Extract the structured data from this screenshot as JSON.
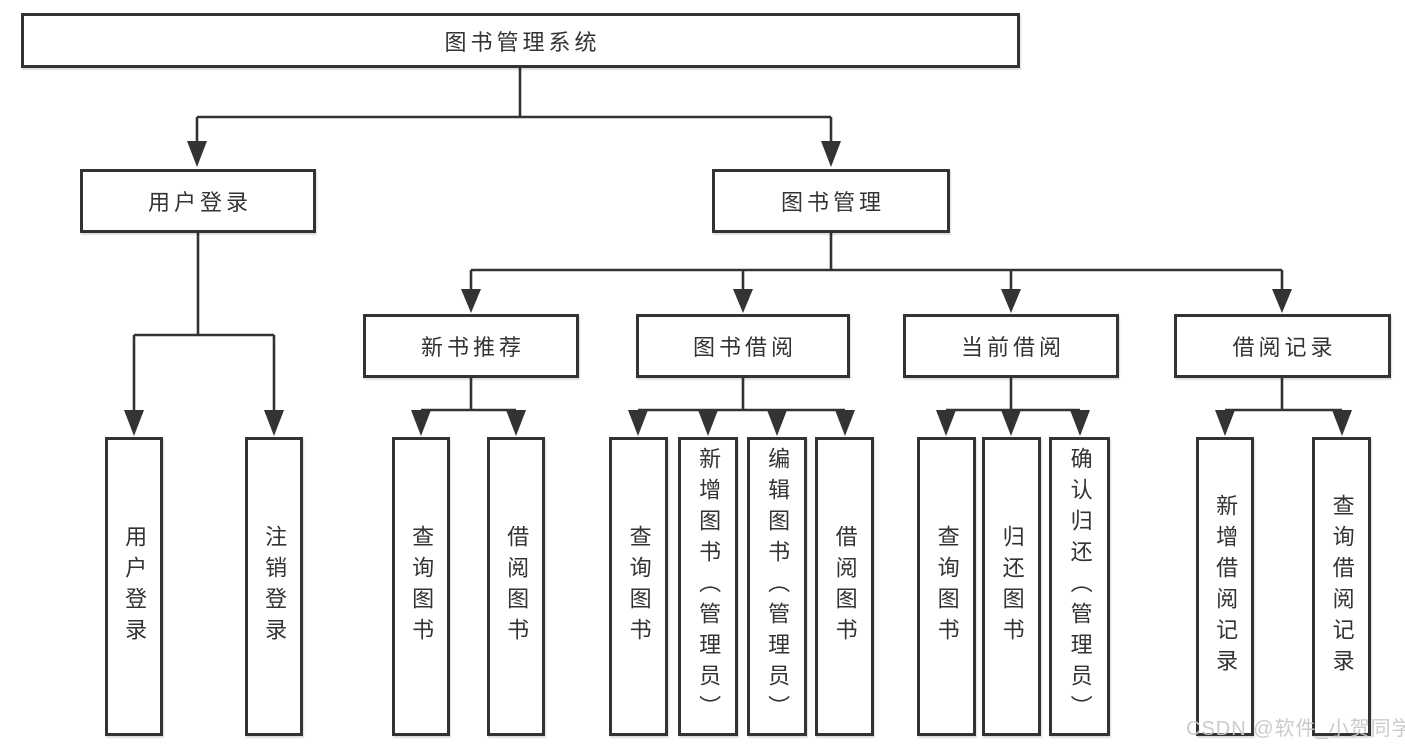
{
  "tree": {
    "label": "图书管理系统",
    "children": [
      {
        "label": "用户登录",
        "children": [
          {
            "label": "用户登录"
          },
          {
            "label": "注销登录"
          }
        ]
      },
      {
        "label": "图书管理",
        "children": [
          {
            "label": "新书推荐",
            "children": [
              {
                "label": "查询图书"
              },
              {
                "label": "借阅图书"
              }
            ]
          },
          {
            "label": "图书借阅",
            "children": [
              {
                "label": "查询图书"
              },
              {
                "label": "新增图书（管理员）"
              },
              {
                "label": "编辑图书（管理员）"
              },
              {
                "label": "借阅图书"
              }
            ]
          },
          {
            "label": "当前借阅",
            "children": [
              {
                "label": "查询图书"
              },
              {
                "label": "归还图书"
              },
              {
                "label": "确认归还（管理员）"
              }
            ]
          },
          {
            "label": "借阅记录",
            "children": [
              {
                "label": "新增借阅记录"
              },
              {
                "label": "查询借阅记录"
              }
            ]
          }
        ]
      }
    ]
  },
  "watermark": "CSDN @软件_小贺同学",
  "colors": {
    "line": "#333333",
    "text": "#333333",
    "box_background": "#ffffff",
    "watermark": "#c9c9c9",
    "background": "#ffffff"
  }
}
